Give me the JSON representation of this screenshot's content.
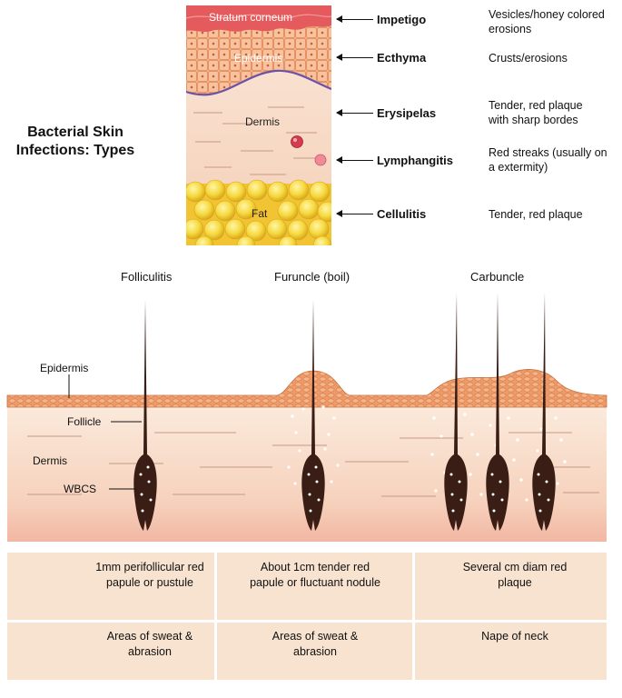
{
  "title": "Bacterial Skin Infections: Types",
  "layers": {
    "stratum_corneum": "Stratum corneum",
    "epidermis": "Epidermis",
    "dermis": "Dermis",
    "fat": "Fat"
  },
  "infections": [
    {
      "name": "Impetigo",
      "description": "Vesicles/honey colored erosions"
    },
    {
      "name": "Ecthyma",
      "description": "Crusts/erosions"
    },
    {
      "name": "Erysipelas",
      "description": "Tender, red plaque with sharp bordes"
    },
    {
      "name": "Lymphangitis",
      "description": "Red streaks (usually on a extermity)"
    },
    {
      "name": "Cellulitis",
      "description": "Tender, red plaque"
    }
  ],
  "follicle_types": [
    "Folliculitis",
    "Furuncle (boil)",
    "Carbuncle"
  ],
  "section_labels": {
    "epidermis": "Epidermis",
    "follicle": "Follicle",
    "dermis": "Dermis",
    "wbcs": "WBCS"
  },
  "table": {
    "row1": [
      "1mm perifollicular red papule or pustule",
      "About 1cm tender red papule or fluctuant nodule",
      "Several cm diam red plaque"
    ],
    "row2": [
      "Areas of sweat & abrasion",
      "Areas of sweat & abrasion",
      "Nape of neck"
    ]
  },
  "colors": {
    "epidermis": "#f0a373",
    "dermis": "#f8dcc8",
    "fat": "#f4d23c",
    "hair": "#3a1d14",
    "table_bg": "#f7e3cf"
  }
}
